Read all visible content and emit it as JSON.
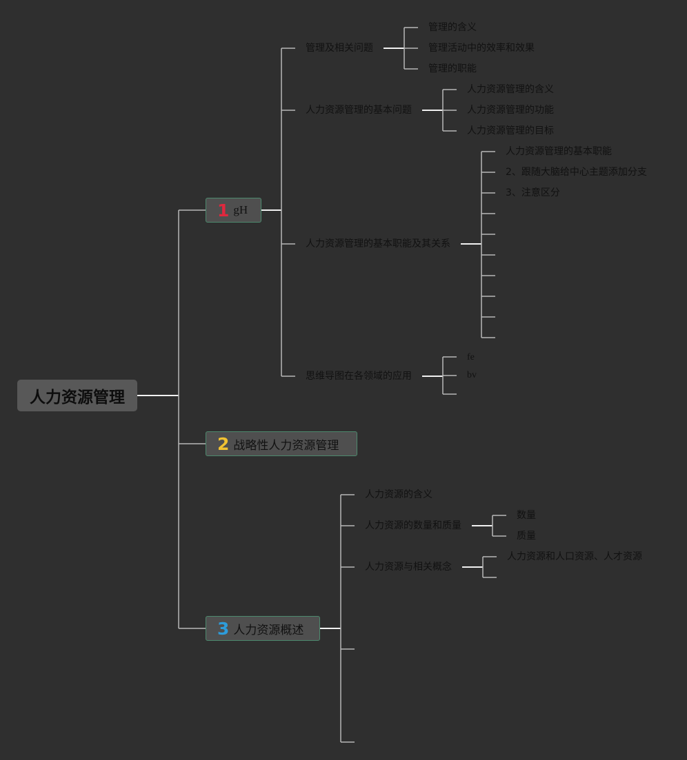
{
  "root": {
    "label": "人力资源管理"
  },
  "topics": [
    {
      "number": "1",
      "number_color": "#e0283e",
      "label": "gH",
      "subtopics": [
        {
          "label": "管理及相关问题",
          "children": [
            "管理的含义",
            "管理活动中的效率和效果",
            "管理的职能"
          ]
        },
        {
          "label": "人力资源管理的基本问题",
          "children": [
            "人力资源管理的含义",
            "人力资源管理的功能",
            "人力资源管理的目标"
          ]
        },
        {
          "label": "人力资源管理的基本职能及其关系",
          "children": [
            "人力资源管理的基本职能",
            "2、跟随大脑给中心主题添加分支",
            "3、注意区分",
            "",
            "",
            "",
            "",
            "",
            "",
            ""
          ]
        },
        {
          "label": "思维导图在各领域的应用",
          "children": [
            "fe",
            "bv",
            ""
          ]
        }
      ]
    },
    {
      "number": "2",
      "number_color": "#f1c232",
      "label": "战略性人力资源管理",
      "subtopics": []
    },
    {
      "number": "3",
      "number_color": "#2d9cdb",
      "label": "人力资源概述",
      "subtopics": [
        {
          "label": "人力资源的含义",
          "children": []
        },
        {
          "label": "人力资源的数量和质量",
          "children": [
            "数量",
            "质量"
          ]
        },
        {
          "label": "人力资源与相关概念",
          "children": [
            "人力资源和人口资源、人才资源",
            ""
          ]
        },
        {
          "label": "",
          "children": []
        },
        {
          "label": "",
          "children": []
        }
      ]
    }
  ],
  "colors": {
    "background": "#2f2f2f",
    "connector": "#b9b9b9",
    "connector_active": "#f2f2f2",
    "text": "#111111",
    "topic_border": "#4d8a6e"
  }
}
